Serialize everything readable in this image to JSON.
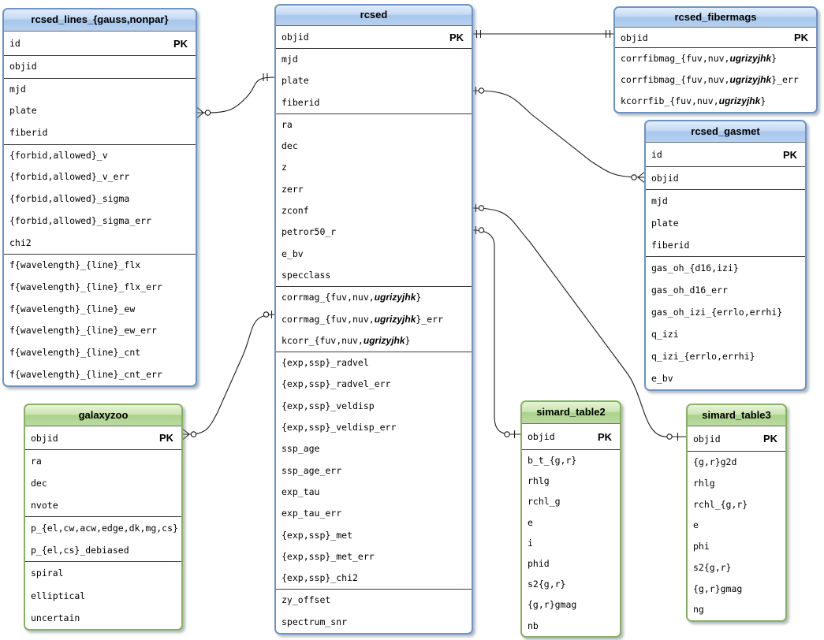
{
  "meta": {
    "italic_token": "ugrizyjhk"
  },
  "colors": {
    "blue_border": "#6b94c4",
    "blue_header": "#b6d0f0",
    "green_border": "#85b25f",
    "green_header": "#b5d79a",
    "connector_line": "#1c1c1c",
    "divider": "#3a3a3a"
  },
  "tables": [
    {
      "id": "rcsed_lines",
      "theme": "blue",
      "title": "rcsed_lines_{gauss,nonpar}",
      "pk_field": "id",
      "pk_label": "PK",
      "sections": [
        [
          "objid"
        ],
        [
          "mjd",
          "plate",
          "fiberid"
        ],
        [
          "{forbid,allowed}_v",
          "{forbid,allowed}_v_err",
          "{forbid,allowed}_sigma",
          "{forbid,allowed}_sigma_err",
          "chi2"
        ],
        [
          "f{wavelength}_{line}_flx",
          "f{wavelength}_{line}_flx_err",
          "f{wavelength}_{line}_ew",
          "f{wavelength}_{line}_ew_err",
          "f{wavelength}_{line}_cnt",
          "f{wavelength}_{line}_cnt_err"
        ]
      ]
    },
    {
      "id": "rcsed",
      "theme": "blue",
      "title": "rcsed",
      "pk_field": "objid",
      "pk_label": "PK",
      "sections": [
        [
          "mjd",
          "plate",
          "fiberid"
        ],
        [
          "ra",
          "dec",
          "z",
          "zerr",
          "zconf",
          "petror50_r",
          "e_bv",
          "specclass"
        ],
        [
          "corrmag_{fuv,nuv,ugrizyjhk}",
          "corrmag_{fuv,nuv,ugrizyjhk}_err",
          "kcorr_{fuv,nuv,ugrizyjhk}"
        ],
        [
          "{exp,ssp}_radvel",
          "{exp,ssp}_radvel_err",
          "{exp,ssp}_veldisp",
          "{exp,ssp}_veldisp_err",
          "ssp_age",
          "ssp_age_err",
          "exp_tau",
          "exp_tau_err",
          "{exp,ssp}_met",
          "{exp,ssp}_met_err",
          "{exp,ssp}_chi2"
        ],
        [
          "zy_offset",
          "spectrum_snr"
        ]
      ]
    },
    {
      "id": "rcsed_fibermags",
      "theme": "blue",
      "title": "rcsed_fibermags",
      "pk_field": "objid",
      "pk_label": "PK",
      "sections": [
        [
          "corrfibmag_{fuv,nuv,ugrizyjhk}",
          "corrfibmag_{fuv,nuv,ugrizyjhk}_err",
          "kcorrfib_{fuv,nuv,ugrizyjhk}"
        ]
      ]
    },
    {
      "id": "rcsed_gasmet",
      "theme": "blue",
      "title": "rcsed_gasmet",
      "pk_field": "id",
      "pk_label": "PK",
      "sections": [
        [
          "objid"
        ],
        [
          "mjd",
          "plate",
          "fiberid"
        ],
        [
          "gas_oh_{d16,izi}",
          "gas_oh_d16_err",
          "gas_oh_izi_{errlo,errhi}",
          "q_izi",
          "q_izi_{errlo,errhi}",
          "e_bv"
        ]
      ]
    },
    {
      "id": "galaxyzoo",
      "theme": "green",
      "title": "galaxyzoo",
      "pk_field": "objid",
      "pk_label": "PK",
      "sections": [
        [
          "ra",
          "dec",
          "nvote"
        ],
        [
          "p_{el,cw,acw,edge,dk,mg,cs}",
          "p_{el,cs}_debiased"
        ],
        [
          "spiral",
          "elliptical",
          "uncertain"
        ]
      ]
    },
    {
      "id": "simard_table2",
      "theme": "green",
      "title": "simard_table2",
      "pk_field": "objid",
      "pk_label": "PK",
      "sections": [
        [
          "b_t_{g,r}",
          "rhlg",
          "rchl_g",
          "e",
          "i",
          "phid",
          "s2{g,r}",
          "{g,r}gmag",
          "nb"
        ]
      ]
    },
    {
      "id": "simard_table3",
      "theme": "green",
      "title": "simard_table3",
      "pk_field": "objid",
      "pk_label": "PK",
      "sections": [
        [
          "{g,r}g2d",
          "rhlg",
          "rchl_{g,r}",
          "e",
          "phi",
          "s2{g,r}",
          "{g,r}gmag",
          "ng"
        ]
      ]
    }
  ],
  "relationships": [
    {
      "from": "rcsed_lines_{gauss,nonpar}",
      "to": "rcsed",
      "from_cardinality": "zero-or-many",
      "to_cardinality": "one"
    },
    {
      "from": "rcsed",
      "to": "rcsed_fibermags",
      "from_cardinality": "one",
      "to_cardinality": "one"
    },
    {
      "from": "rcsed",
      "to": "rcsed_gasmet",
      "from_cardinality": "zero-or-one",
      "to_cardinality": "zero-or-many"
    },
    {
      "from": "rcsed",
      "to": "simard_table3",
      "from_cardinality": "zero-or-one",
      "to_cardinality": "zero-or-one"
    },
    {
      "from": "rcsed",
      "to": "simard_table2",
      "from_cardinality": "zero-or-one",
      "to_cardinality": "zero-or-one"
    },
    {
      "from": "galaxyzoo",
      "to": "rcsed",
      "from_cardinality": "zero-or-many",
      "to_cardinality": "zero-or-one"
    }
  ]
}
